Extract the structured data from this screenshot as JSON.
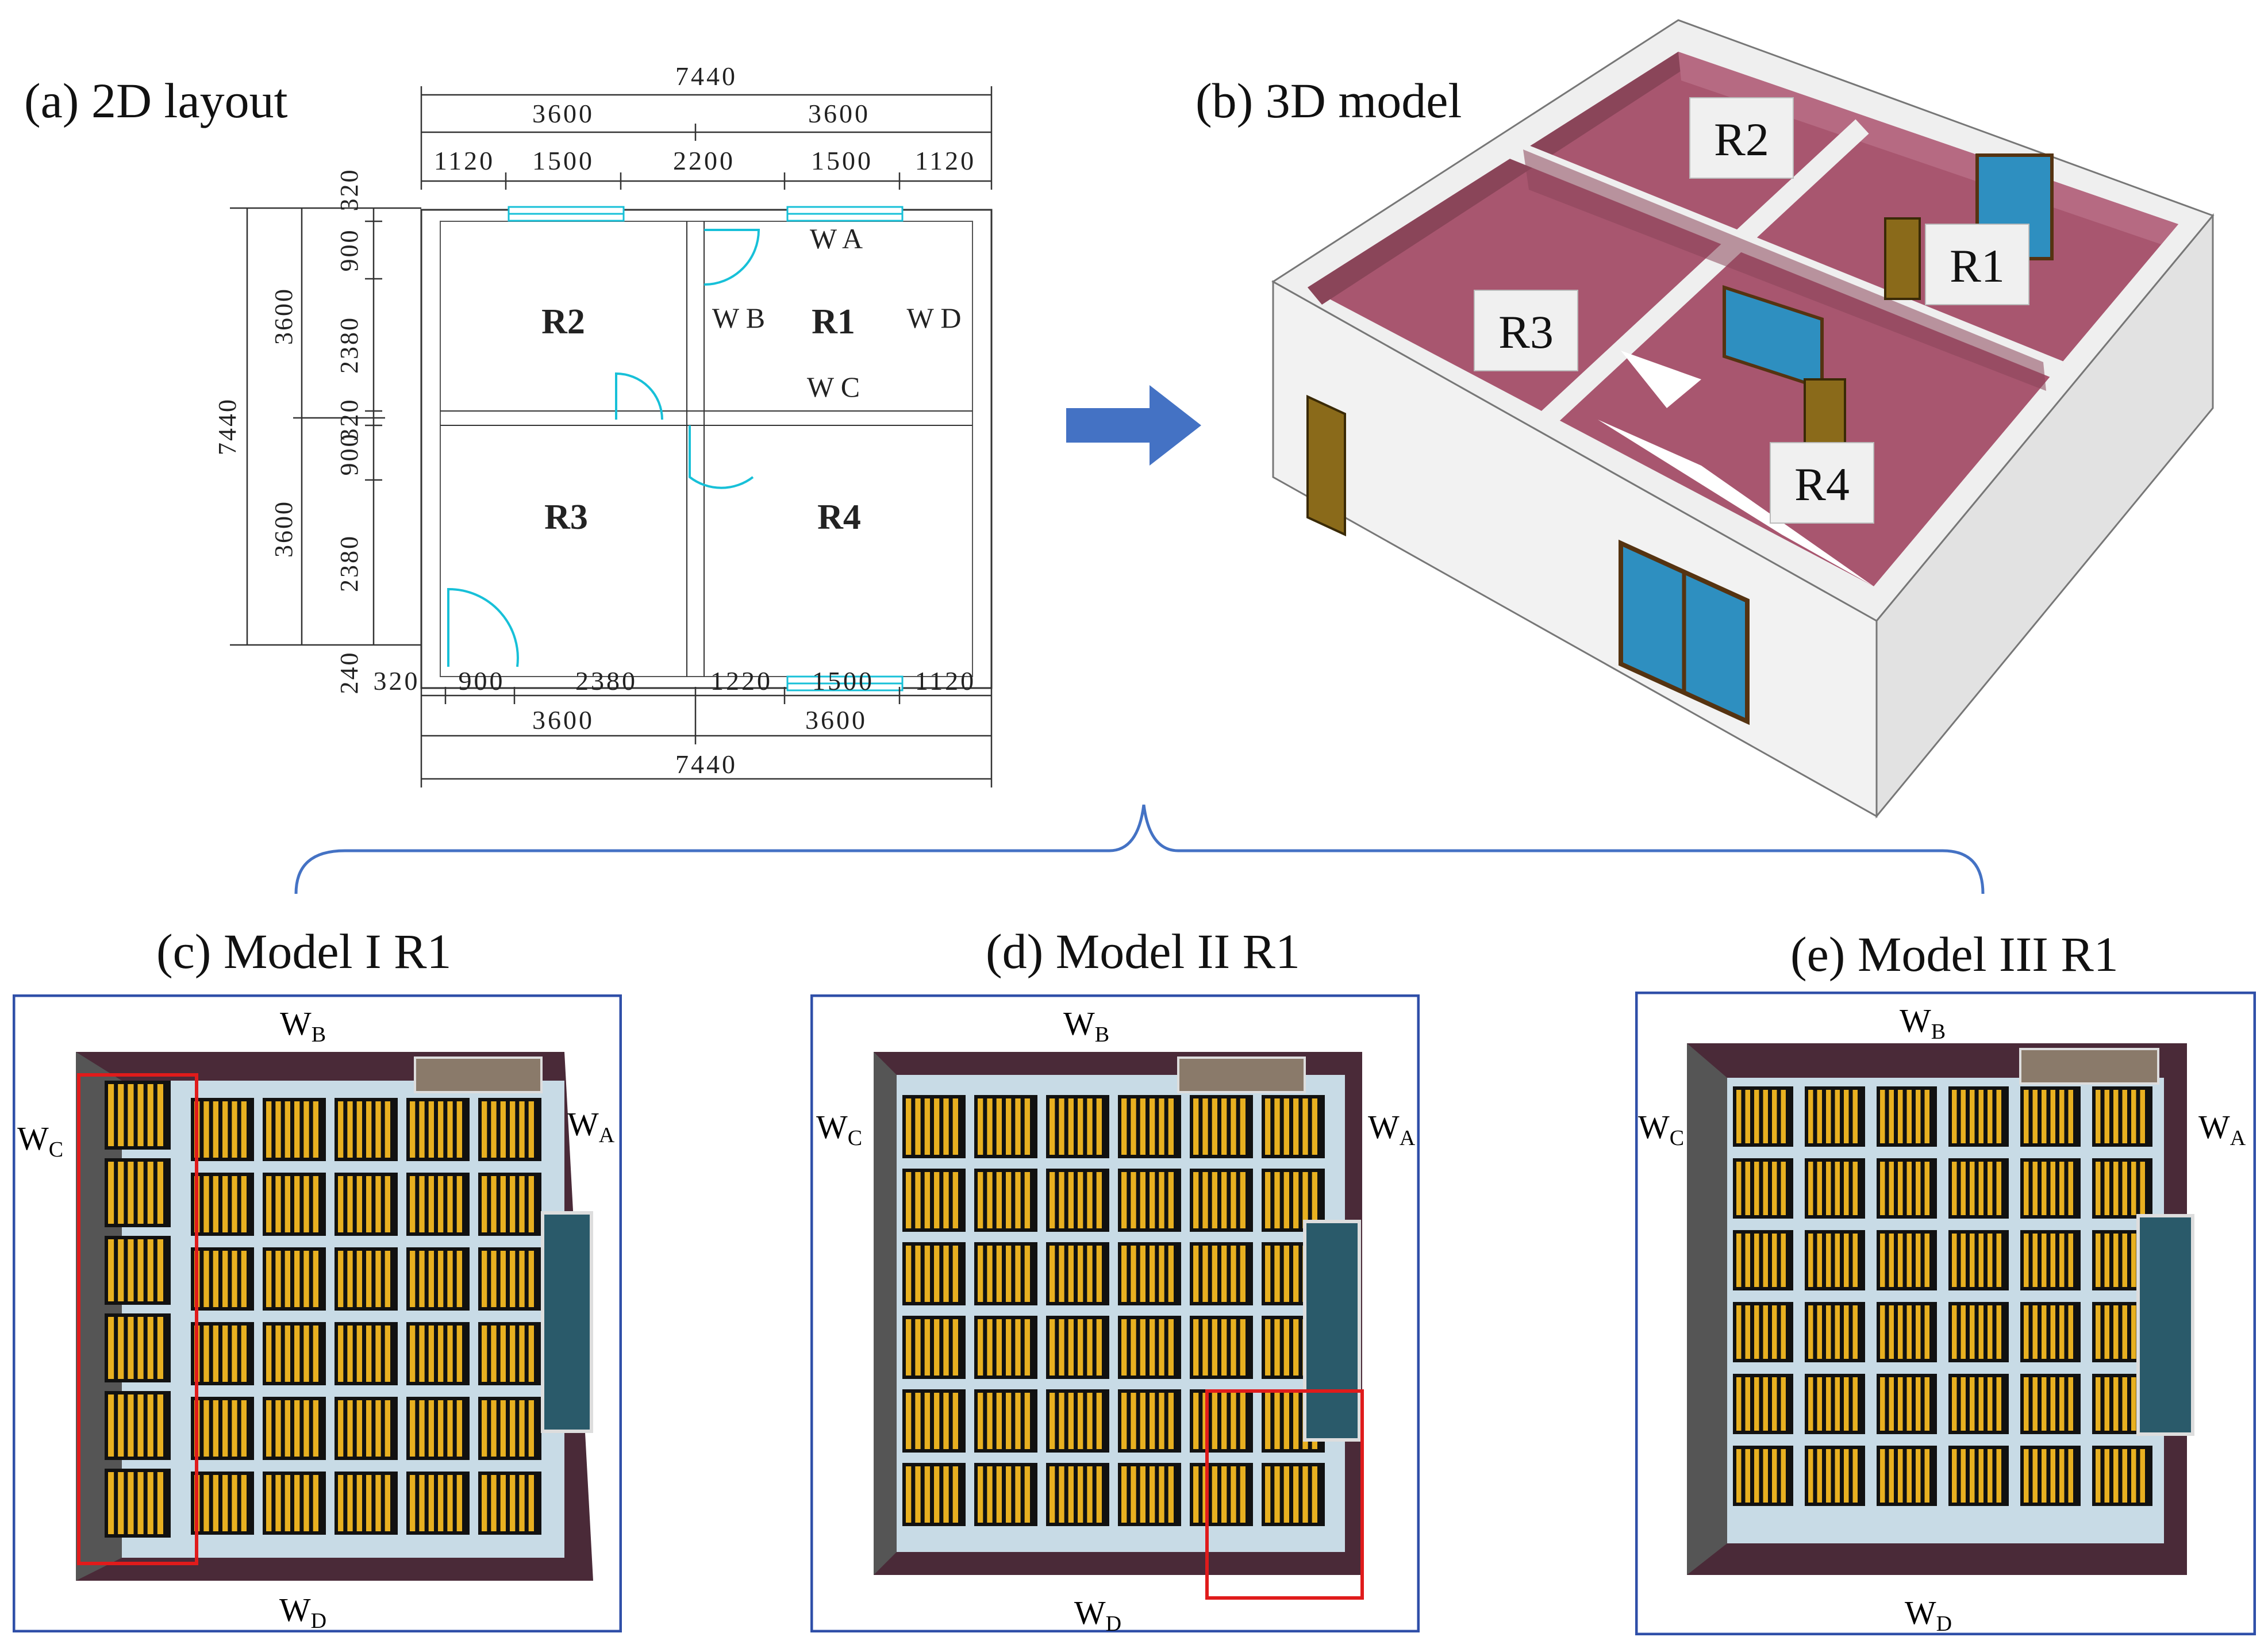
{
  "captions": {
    "a": "(a) 2D layout",
    "b": "(b) 3D model",
    "c": "(c) Model I R1",
    "d": "(d) Model II R1",
    "e": "(e)  Model III R1"
  },
  "layout_2d": {
    "rooms": [
      "R2",
      "R1",
      "R3",
      "R4"
    ],
    "wall_labels": {
      "wa": "W A",
      "wb": "W B",
      "wc": "W C",
      "wd": "W D"
    },
    "dims_top": {
      "total": "7440",
      "half_left": "3600",
      "half_right": "3600",
      "seg1": "1120",
      "seg2": "1500",
      "seg3": "2200",
      "seg4": "1500",
      "seg5": "1120"
    },
    "dims_bottom": {
      "corner_left": "320",
      "seg1": "900",
      "seg2": "2380",
      "seg3": "1220",
      "seg4": "1500",
      "seg5": "1120",
      "half_left": "3600",
      "half_right": "3600",
      "total": "7440"
    },
    "dims_left": {
      "total": "7440",
      "half_top": "3600",
      "half_bottom": "3600",
      "top_wall": "320",
      "top_door": "900",
      "top_seg": "2380",
      "mid_wall": "320",
      "mid_door": "900",
      "bottom_seg": "2380",
      "bottom_wall": "240"
    }
  },
  "model_3d": {
    "room_labels": [
      "R2",
      "R1",
      "R3",
      "R4"
    ]
  },
  "panels": {
    "c": {
      "wb": "W",
      "wb_sub": "B",
      "wc": "W",
      "wc_sub": "C",
      "wa": "W",
      "wa_sub": "A",
      "wd": "W",
      "wd_sub": "D"
    },
    "d": {
      "wb": "W",
      "wb_sub": "B",
      "wc": "W",
      "wc_sub": "C",
      "wa": "W",
      "wa_sub": "A",
      "wd": "W",
      "wd_sub": "D"
    },
    "e": {
      "wb": "W",
      "wb_sub": "B",
      "wc": "W",
      "wc_sub": "C",
      "wa": "W",
      "wa_sub": "A",
      "wd": "W",
      "wd_sub": "D"
    }
  },
  "colors": {
    "wall_interior": "#a8566f",
    "wall_exterior": "#f2f2f2",
    "window_glass": "#2e8fc0",
    "door": "#8a6a1a",
    "arrow": "#4472c4",
    "panel_border": "#2f4fa8",
    "highlight_box": "#e01b1b",
    "radiator": "#e8b020",
    "floor_dark": "#4a2a38",
    "window_2d": "#17c0d8"
  }
}
